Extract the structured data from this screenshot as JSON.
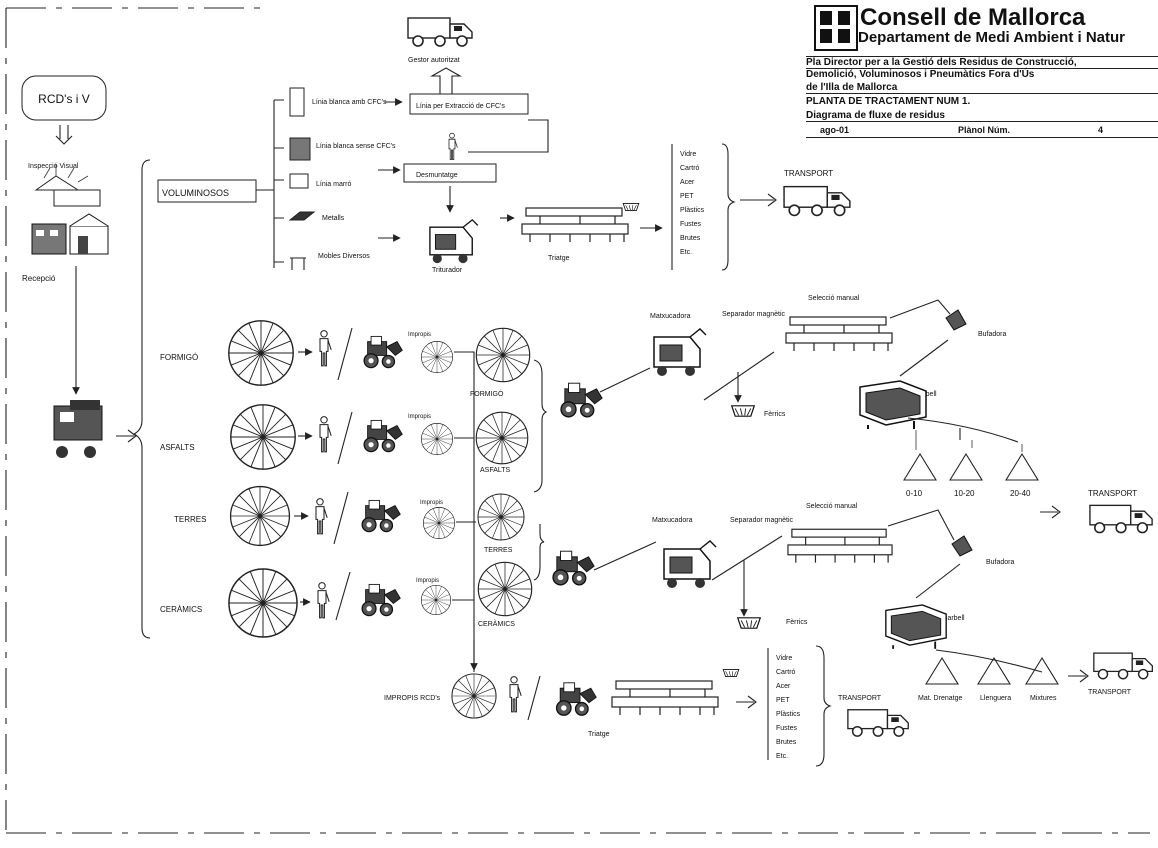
{
  "title_block": {
    "organization": "Consell de Mallorca",
    "department": "Departament de Medi Ambient i Natur",
    "plan_line_1": "Pla Director per a la Gestió dels Residus de Construcció,",
    "plan_line_2": "Demolició, Voluminosos i Pneumàtics Fora d'Ús",
    "plan_line_3": "de l'Illa de Mallorca",
    "plant": "PLANTA DE TRACTAMENT NUM 1.",
    "diagram": "Diagrama de fluxe de residus",
    "date": "ago-01",
    "plane_label": "Plànol Núm.",
    "plane_number": "4"
  },
  "left": {
    "input_label": "RCD's i V",
    "inspection": "Inspecció Visual",
    "receipt": "Recepció"
  },
  "voluminosos": {
    "label": "VOLUMINOSOS",
    "top_truck": "Gestor autoritzat",
    "cfc_extraction": "Línia per Extracció de CFC's",
    "white_cfc": "Línia blanca amb CFC's",
    "white_nocfc": "Línia blanca sense CFC's",
    "brown": "Línia marró",
    "metals": "Metalls",
    "furniture": "Mobles Diversos",
    "dismantling": "Desmuntatge",
    "shredder": "Triturador",
    "sorting": "Triatge",
    "materials": [
      "Vidre",
      "Cartró",
      "Acer",
      "PET",
      "Plàstics",
      "Fustes",
      "Brutes",
      "Etc."
    ],
    "transport": "TRANSPORT"
  },
  "streams": {
    "formigo": "FORMIGÓ",
    "asfalts": "ASFALTS",
    "terres": "TERRES",
    "ceramics": "CERÀMICS",
    "impropis": "Impropis",
    "impropis_rcd": "IMPROPIS RCD's",
    "sort_label": "Triatge"
  },
  "line_a": {
    "machine": "Matxucadora",
    "magnetic": "Separador magnètic",
    "manual": "Selecció manual",
    "blower": "Bufadora",
    "screen": "Garbell",
    "ferrous": "Fèrrics",
    "fraction_1": "0-10",
    "fraction_2": "10-20",
    "fraction_3": "20-40",
    "transport": "TRANSPORT"
  },
  "line_b": {
    "machine": "Matxucadora",
    "magnetic": "Separador magnètic",
    "manual": "Selecció manual",
    "blower": "Bufadora",
    "screen": "Garbell",
    "ferrous": "Fèrrics",
    "product_1": "Mat. Drenatge",
    "product_2": "Llenguera",
    "product_3": "Mixtures",
    "transport": "TRANSPORT"
  },
  "bottom": {
    "materials": [
      "Vidre",
      "Cartró",
      "Acer",
      "PET",
      "Plàstics",
      "Fustes",
      "Brutes",
      "Etc."
    ],
    "transport": "TRANSPORT"
  }
}
